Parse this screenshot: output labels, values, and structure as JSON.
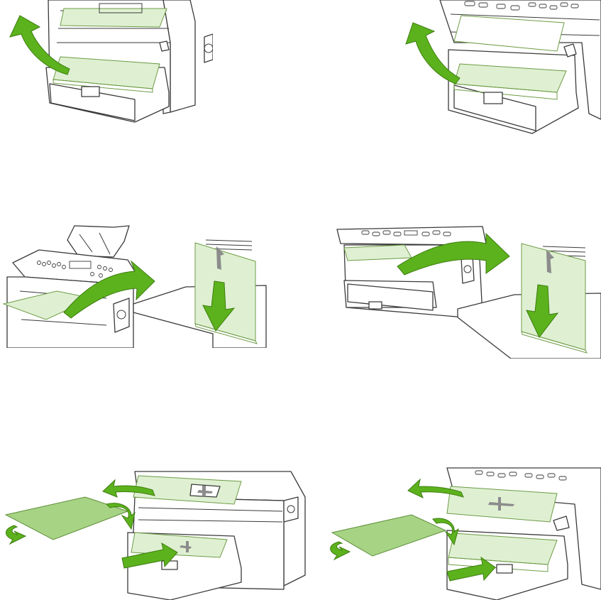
{
  "colors": {
    "accent_green": "#5cb21c",
    "paper_light": "#dff0d2",
    "paper_dark": "#a7d484",
    "outline": "#3a3a3a",
    "orientation_mark": "#8c8c8c"
  },
  "panels": [
    {
      "name": "remove-from-output-bin-model-a",
      "icon": "curved-up-arrow-icon"
    },
    {
      "name": "remove-from-output-bin-model-b",
      "icon": "curved-up-arrow-icon"
    },
    {
      "name": "place-printed-side-down-model-a",
      "icon": "curved-right-arrow-icon"
    },
    {
      "name": "place-printed-side-down-model-b",
      "icon": "curved-right-arrow-icon"
    },
    {
      "name": "rotate-and-reload-model-a",
      "icon": "rotate-arrows-icon"
    },
    {
      "name": "rotate-and-reload-model-b",
      "icon": "rotate-arrows-icon"
    }
  ]
}
